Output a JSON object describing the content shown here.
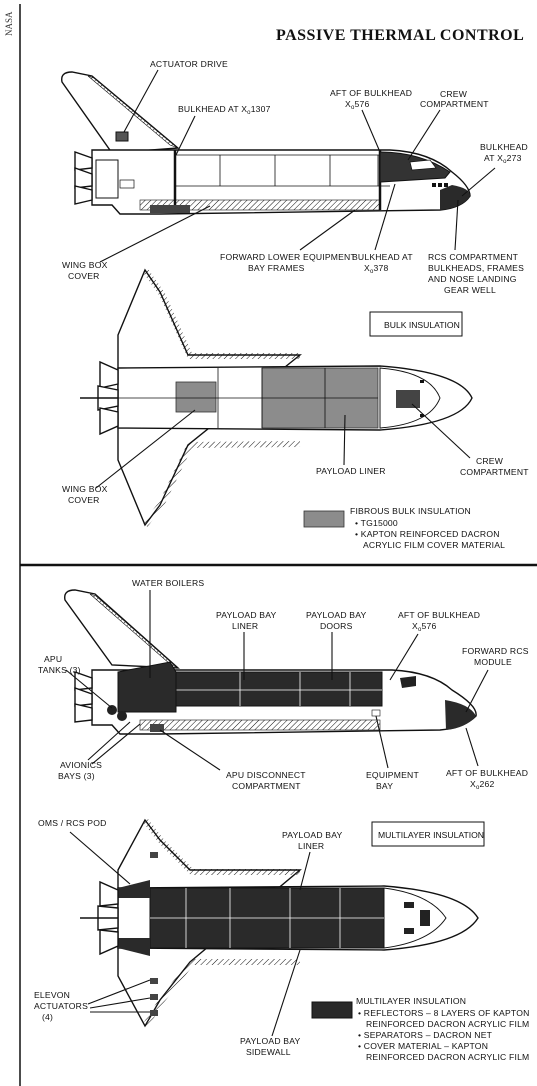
{
  "margin_label": "NASA",
  "title": "PASSIVE THERMAL CONTROL",
  "colors": {
    "multilayer": "#2a2a2a",
    "fibrous_bulk": "#8c8c8c",
    "ink": "#111111"
  },
  "top_panel": {
    "labels": {
      "actuator_drive": "ACTUATOR DRIVE",
      "bulkhead_1307": [
        "BULKHEAD AT X",
        "o",
        "1307"
      ],
      "aft_bulkhead_576": [
        "AFT OF BULKHEAD",
        "X",
        "o",
        "576"
      ],
      "crew_compartment": [
        "CREW",
        "COMPARTMENT"
      ],
      "bulkhead_273": [
        "BULKHEAD",
        "AT X",
        "o",
        "273"
      ],
      "wing_box_cover": [
        "WING BOX",
        "COVER"
      ],
      "forward_lower_equipment": [
        "FORWARD LOWER EQUIPMENT",
        "BAY FRAMES"
      ],
      "bulkhead_378": [
        "BULKHEAD AT",
        "X",
        "o",
        "378"
      ],
      "rcs_compartment": [
        "RCS COMPARTMENT",
        "BULKHEADS, FRAMES",
        "AND NOSE LANDING",
        "GEAR WELL"
      ]
    },
    "plan": {
      "box_label": "BULK INSULATION",
      "payload_liner": "PAYLOAD LINER",
      "crew_compartment": [
        "CREW",
        "COMPARTMENT"
      ],
      "wing_box_cover": [
        "WING BOX",
        "COVER"
      ]
    },
    "legend": {
      "title": "FIBROUS BULK INSULATION",
      "items": [
        "TG15000",
        "KAPTON REINFORCED DACRON",
        "ACRYLIC FILM COVER MATERIAL"
      ]
    }
  },
  "bottom_panel": {
    "labels": {
      "water_boilers": "WATER BOILERS",
      "payload_bay_liner": [
        "PAYLOAD BAY",
        "LINER"
      ],
      "payload_bay_doors": [
        "PAYLOAD BAY",
        "DOORS"
      ],
      "aft_bulkhead_576": [
        "AFT OF BULKHEAD",
        "X",
        "o",
        "576"
      ],
      "apu_tanks": [
        "APU",
        "TANKS (3)"
      ],
      "forward_rcs": [
        "FORWARD RCS",
        "MODULE"
      ],
      "avionics_bays": [
        "AVIONICS",
        "BAYS (3)"
      ],
      "apu_disconnect": [
        "APU DISCONNECT",
        "COMPARTMENT"
      ],
      "equipment_bay": [
        "EQUIPMENT",
        "BAY"
      ],
      "aft_bulkhead_262": [
        "AFT OF BULKHEAD",
        "X",
        "o",
        "262"
      ]
    },
    "plan": {
      "oms_rcs_pod": "OMS / RCS POD",
      "payload_bay_liner": [
        "PAYLOAD BAY",
        "LINER"
      ],
      "box_label": "MULTILAYER INSULATION",
      "elevon_actuators": [
        "ELEVON",
        "ACTUATORS",
        "(4)"
      ],
      "payload_bay_sidewall": [
        "PAYLOAD BAY",
        "SIDEWALL"
      ]
    },
    "legend": {
      "title": "MULTILAYER INSULATION",
      "items": [
        "REFLECTORS – 8 LAYERS OF KAPTON",
        "REINFORCED DACRON ACRYLIC FILM",
        "SEPARATORS – DACRON NET",
        "COVER MATERIAL – KAPTON",
        "REINFORCED DACRON ACRYLIC FILM"
      ]
    }
  }
}
